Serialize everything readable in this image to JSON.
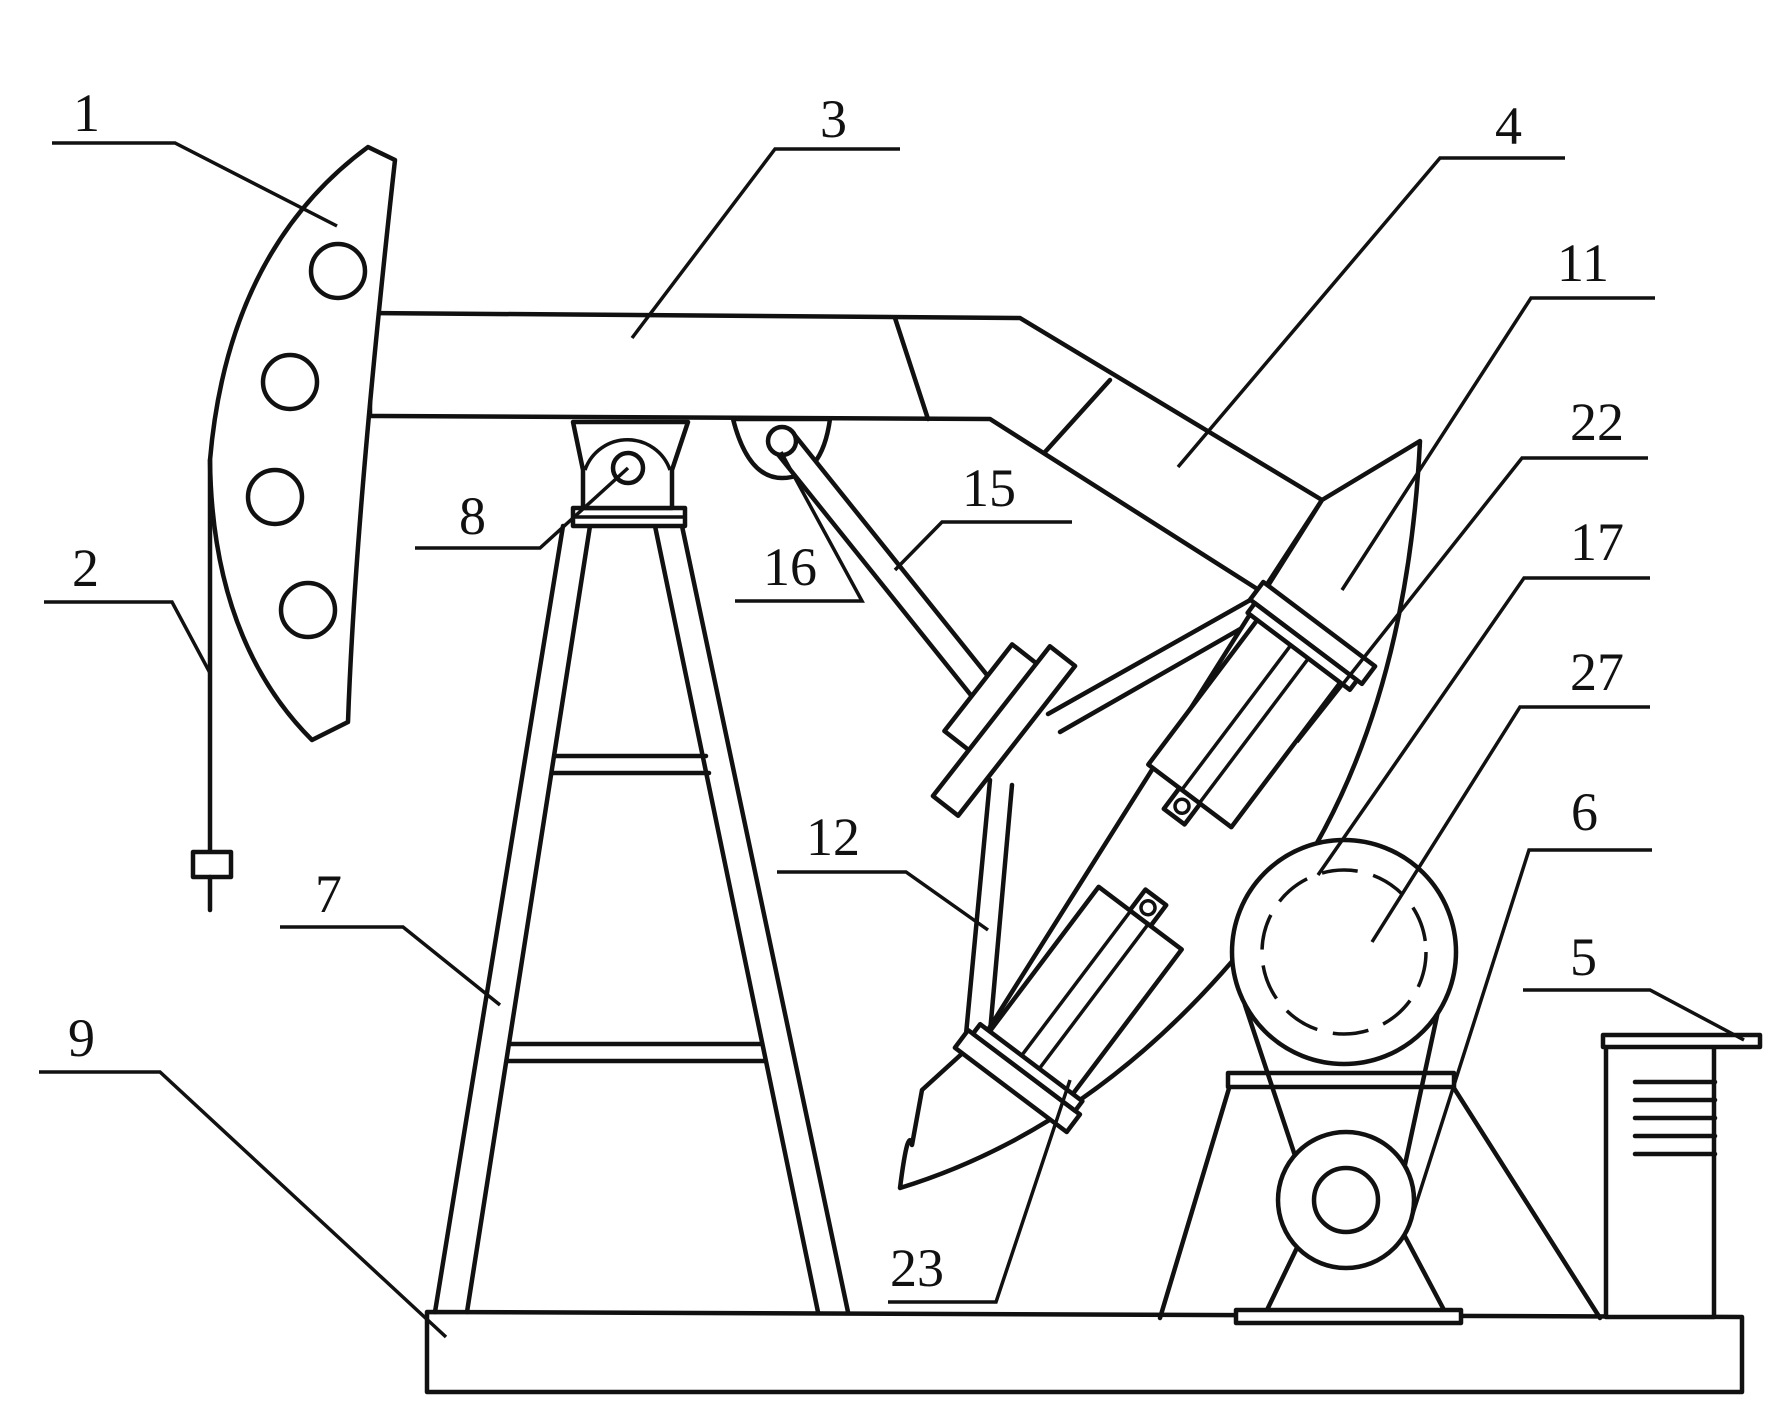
{
  "labels": [
    {
      "key": "horsehead",
      "text": "1"
    },
    {
      "key": "polished-rod",
      "text": "2"
    },
    {
      "key": "walking-beam",
      "text": "3"
    },
    {
      "key": "beam-tail",
      "text": "4"
    },
    {
      "key": "control-box",
      "text": "5"
    },
    {
      "key": "motor",
      "text": "6"
    },
    {
      "key": "samson-post",
      "text": "7"
    },
    {
      "key": "center-bearing",
      "text": "8"
    },
    {
      "key": "base",
      "text": "9"
    },
    {
      "key": "swing-plate",
      "text": "11"
    },
    {
      "key": "support-rod",
      "text": "12"
    },
    {
      "key": "link-rod",
      "text": "15"
    },
    {
      "key": "link-pin",
      "text": "16"
    },
    {
      "key": "pulley",
      "text": "17"
    },
    {
      "key": "upper-cylinder",
      "text": "22"
    },
    {
      "key": "lower-cylinder",
      "text": "23"
    },
    {
      "key": "pulley-inner",
      "text": "27"
    }
  ]
}
